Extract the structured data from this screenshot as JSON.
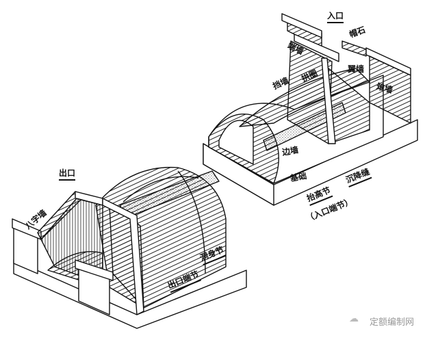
{
  "labels": {
    "inlet": "入口",
    "cap_stone": "帽石",
    "end_wall": "端墙",
    "arch_ring": "拱圈",
    "wing_wall": "翼墙",
    "retaining_wall": "挡墙",
    "cone_wall": "雉墙",
    "side_wall": "边墙",
    "foundation": "基础",
    "raised_section": "抬高节",
    "inlet_end_section": "（入口端节）",
    "settlement_joint": "沉降缝",
    "outlet": "出口",
    "splay_wall": "八字墙",
    "outlet_end_section": "出口端节",
    "barrel_section": "洞身节"
  },
  "watermark": "定额编制网"
}
